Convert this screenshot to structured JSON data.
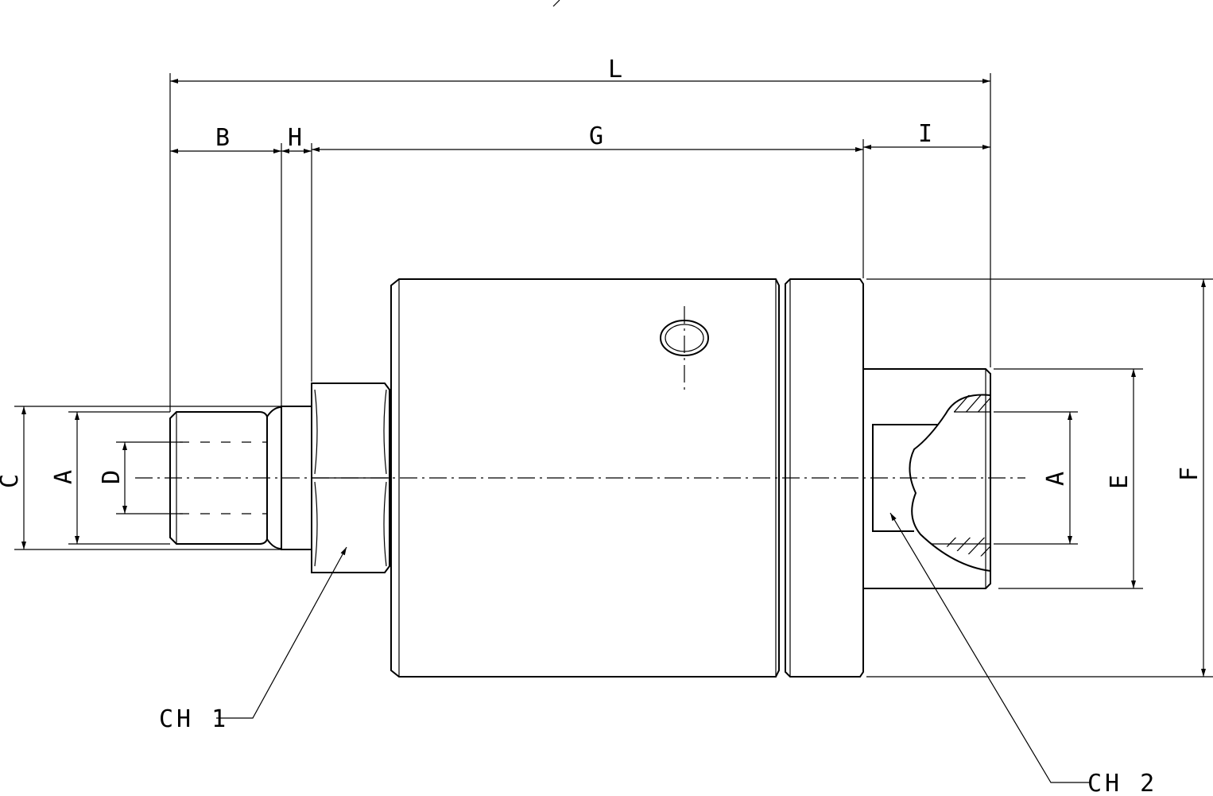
{
  "dimensions": {
    "L": "L",
    "B": "B",
    "H": "H",
    "G": "G",
    "I": "I",
    "C": "C",
    "A_left": "A",
    "D": "D",
    "A_right": "A",
    "E": "E",
    "F": "F"
  },
  "callouts": {
    "ch1": "CH 1",
    "ch2": "CH 2"
  }
}
